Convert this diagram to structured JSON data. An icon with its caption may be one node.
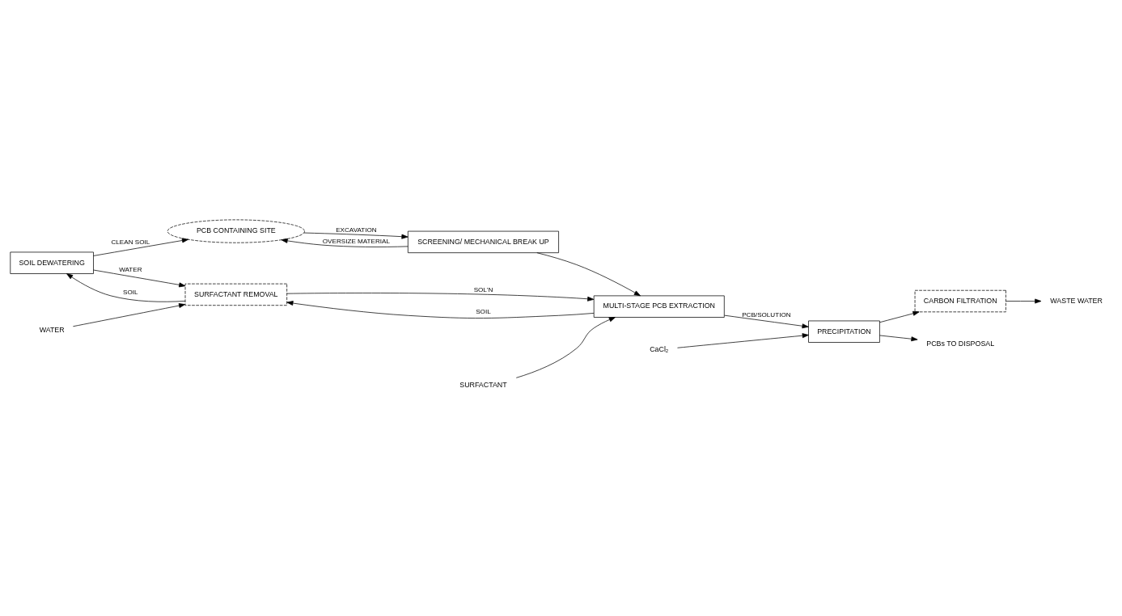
{
  "diagram": {
    "nodes": [
      {
        "text": [
          "SOIL DEWATERING"
        ]
      },
      {
        "text": [
          "SURFACTANT"
        ]
      },
      {
        "text": [
          "SCREENING/ MECHANICAL BREAK UP"
        ]
      },
      {
        "text": [
          "MULTI-STAGE PCB EXTRACTION"
        ]
      },
      {
        "text": [
          "SURFACTANT REMOVAL"
        ]
      },
      {
        "text": [
          "WATER"
        ]
      },
      {
        "text": [
          "PCB CONTAINING SITE"
        ]
      },
      {
        "text": [
          "CaCl₂"
        ]
      },
      {
        "text": [
          "PRECIPITATION"
        ]
      },
      {
        "text": [
          "CARBON FILTRATION"
        ]
      },
      {
        "text": [
          "WASTE WATER"
        ]
      },
      {
        "text": [
          "PCBs TO DISPOSAL"
        ]
      }
    ],
    "edges": [
      {
        "from": 6,
        "to": 2,
        "arrow": "to",
        "label": "EXCAVATION"
      },
      {
        "from": 2,
        "to": 6,
        "arrow": "to",
        "label": "OVERSIZE MATERIAL"
      },
      {
        "from": 0,
        "to": 6,
        "arrow": "to",
        "label": "CLEAN SOIL"
      },
      {
        "from": 2,
        "to": 3,
        "arrow": "to"
      },
      {
        "from": 3,
        "to": 4,
        "arrow": "to",
        "label": "SOIL"
      },
      {
        "from": 4,
        "to": 3,
        "arrow": "to",
        "label": "SOL'N"
      },
      {
        "from": 1,
        "to": 3,
        "arrow": "to"
      },
      {
        "from": 4,
        "to": 0,
        "arrow": "to",
        "label": "SOIL"
      },
      {
        "from": 0,
        "to": 4,
        "arrow": "to",
        "label": "WATER"
      },
      {
        "from": 5,
        "to": 4,
        "arrow": "to"
      },
      {
        "from": 3,
        "to": 8,
        "arrow": "to",
        "label": "PCB/SOLUTION"
      },
      {
        "from": 7,
        "to": 8,
        "arrow": "to"
      },
      {
        "from": 8,
        "to": 9,
        "arrow": "to"
      },
      {
        "from": 9,
        "to": 10,
        "arrow": "to"
      },
      {
        "from": 8,
        "to": 11,
        "arrow": "to"
      }
    ]
  }
}
